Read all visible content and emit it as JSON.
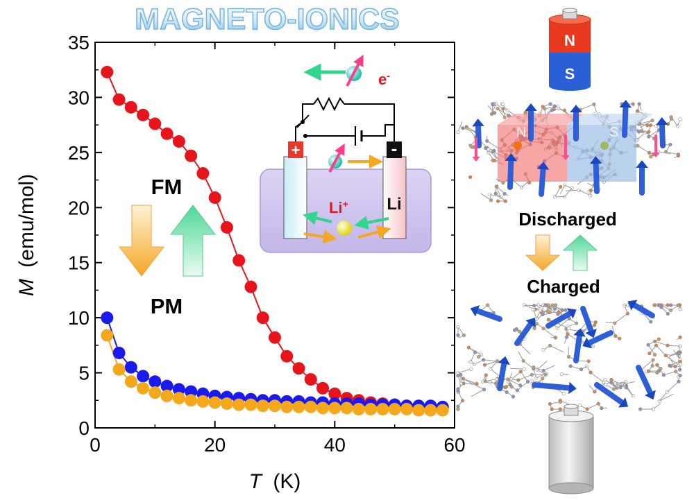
{
  "banner": {
    "title": "MAGNETO-IONICS"
  },
  "plot": {
    "states": {
      "upper": "FM",
      "lower": "PM"
    },
    "inset": {
      "electron": "e",
      "electron_sup": "-",
      "lithium_ion": "Li",
      "lithium_ion_sup": "+",
      "plus": "+",
      "minus": "-",
      "electrode": "Li"
    }
  },
  "schematic": {
    "magnet_north": "N",
    "magnet_south": "S",
    "block_north": "N",
    "block_south": "S",
    "discharged": "Discharged",
    "charged": "Charged"
  },
  "colors": {
    "red_series": "#e8141c",
    "blue_series": "#1a1aee",
    "orange_series": "#f5a81c",
    "magnet_red": "#e8381e",
    "magnet_blue": "#2a5fd8",
    "arrow_orange": "#f5a623",
    "arrow_green": "#5ee0a0"
  },
  "chart_data": {
    "type": "scatter",
    "title": "",
    "xlabel": "T",
    "xunit": "(K)",
    "ylabel": "M",
    "yunit": "(emu/mol)",
    "xlim": [
      0,
      60
    ],
    "ylim": [
      0,
      35
    ],
    "xticks": [
      0,
      20,
      40,
      60
    ],
    "yticks": [
      0,
      5,
      10,
      15,
      20,
      25,
      30,
      35
    ],
    "grid": false,
    "series": [
      {
        "color": "#e8141c",
        "x": [
          2,
          4,
          6,
          8,
          10,
          12,
          14,
          16,
          18,
          20,
          22,
          24,
          26,
          28,
          30,
          32,
          34,
          36,
          38,
          40,
          42,
          44,
          46,
          48,
          50,
          52,
          54,
          56,
          58
        ],
        "y": [
          32.3,
          29.8,
          29.1,
          28.4,
          27.6,
          26.7,
          26.0,
          24.7,
          23.1,
          20.9,
          18.2,
          15.2,
          12.8,
          10.0,
          8.2,
          6.5,
          5.4,
          4.4,
          3.6,
          3.1,
          2.7,
          2.5,
          2.3,
          2.2,
          2.1,
          2.0,
          1.9,
          1.9,
          1.8
        ]
      },
      {
        "color": "#1a1aee",
        "x": [
          2,
          4,
          6,
          8,
          10,
          12,
          14,
          16,
          18,
          20,
          22,
          24,
          26,
          28,
          30,
          32,
          34,
          36,
          38,
          40,
          42,
          44,
          46,
          48,
          50,
          52,
          54,
          56,
          58
        ],
        "y": [
          10.0,
          6.8,
          5.5,
          4.7,
          4.2,
          3.8,
          3.5,
          3.3,
          3.1,
          2.9,
          2.8,
          2.7,
          2.6,
          2.5,
          2.5,
          2.4,
          2.4,
          2.3,
          2.3,
          2.2,
          2.2,
          2.2,
          2.1,
          2.1,
          2.1,
          2.0,
          2.0,
          2.0,
          1.9
        ]
      },
      {
        "color": "#f5a81c",
        "x": [
          2,
          4,
          6,
          8,
          10,
          12,
          14,
          16,
          18,
          20,
          22,
          24,
          26,
          28,
          30,
          32,
          34,
          36,
          38,
          40,
          42,
          44,
          46,
          48,
          50,
          52,
          54,
          56,
          58
        ],
        "y": [
          8.4,
          5.3,
          4.2,
          3.6,
          3.2,
          2.9,
          2.7,
          2.5,
          2.4,
          2.3,
          2.2,
          2.1,
          2.1,
          2.0,
          2.0,
          1.9,
          1.9,
          1.9,
          1.8,
          1.8,
          1.8,
          1.7,
          1.7,
          1.7,
          1.7,
          1.7,
          1.6,
          1.6,
          1.6
        ]
      }
    ]
  }
}
